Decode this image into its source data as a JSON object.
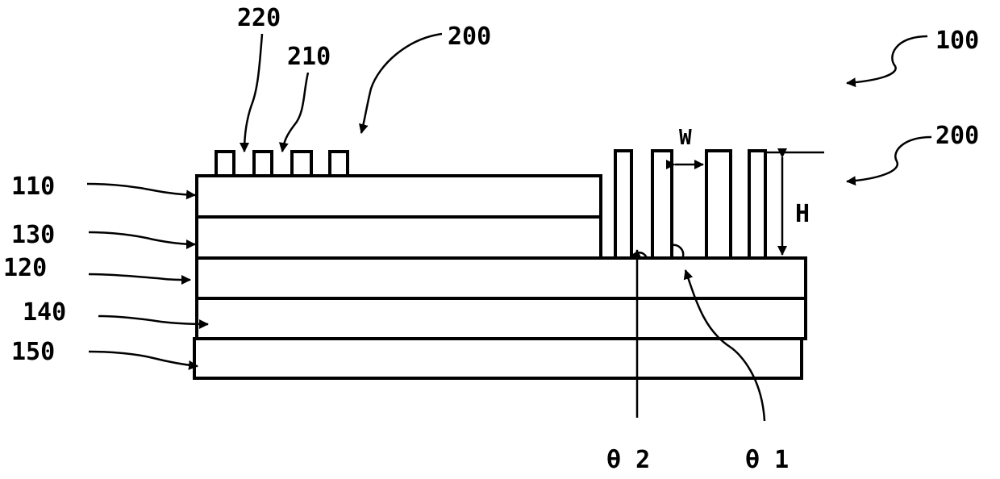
{
  "labels": {
    "ref_100": "100",
    "ref_200_top": "200",
    "ref_200_right": "200",
    "ref_220": "220",
    "ref_210": "210",
    "ref_110": "110",
    "ref_130": "130",
    "ref_120": "120",
    "ref_140": "140",
    "ref_150": "150",
    "dim_w": "W",
    "dim_h": "H",
    "angle_2": "θ 2",
    "angle_1": "θ 1"
  },
  "colors": {
    "stroke": "#000000",
    "background": "#ffffff"
  }
}
